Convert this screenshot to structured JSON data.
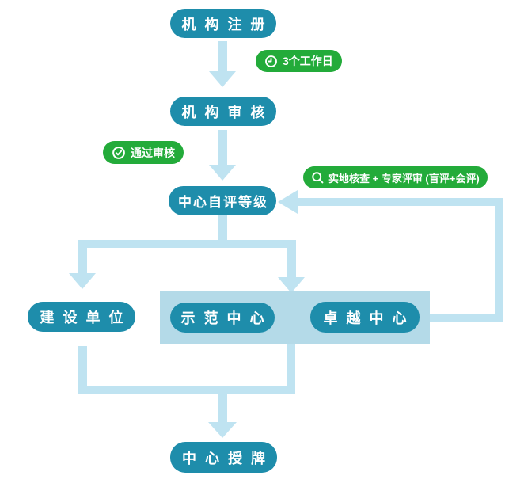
{
  "nodes": {
    "register": {
      "label": "机构注册"
    },
    "review": {
      "label": "机构审核"
    },
    "self_grade": {
      "label": "中心自评等级"
    },
    "construction": {
      "label": "建设单位"
    },
    "demo": {
      "label": "示范中心"
    },
    "excellence": {
      "label": "卓越中心"
    },
    "award": {
      "label": "中心授牌"
    }
  },
  "badges": {
    "days": {
      "label": "3个工作日",
      "icon": "clock-icon"
    },
    "pass": {
      "label": "通过审核",
      "icon": "check-icon"
    },
    "expert": {
      "label": "实地核查 + 专家评审 (盲评+会评)",
      "icon": "search-icon"
    }
  },
  "colors": {
    "node_fill": "#1e8dab",
    "node_text": "#ffffff",
    "badge_fill": "#23ab3a",
    "badge_text": "#ffffff",
    "arrow": "#bfe3f1",
    "group_fill": "#b4dae8",
    "background": "#ffffff"
  }
}
